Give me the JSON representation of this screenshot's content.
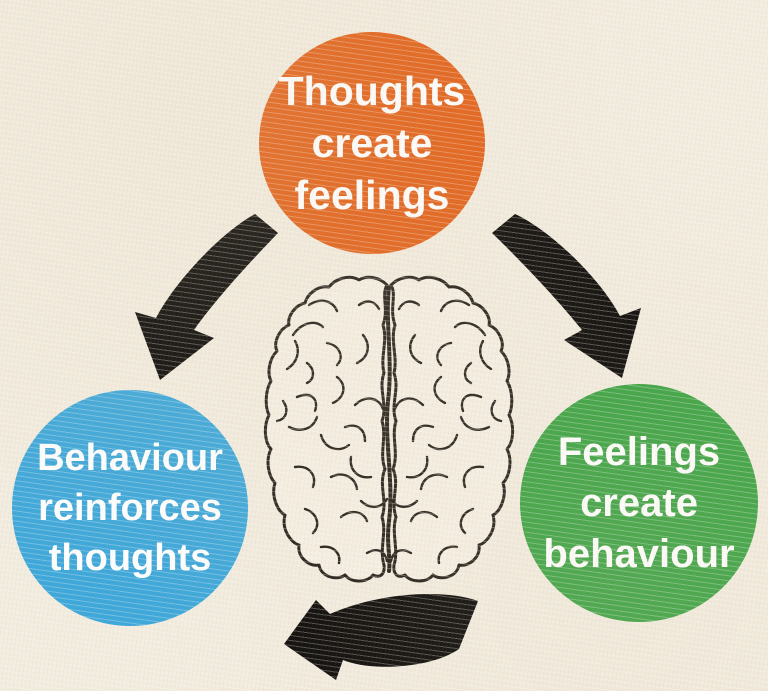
{
  "colors": {
    "background": "#f2ecdf",
    "arrow": "#0d0b09",
    "brain_ink": "#26211b",
    "brain_paper": "#f5efe3",
    "text": "#ffffff"
  },
  "circles": [
    {
      "id": "thoughts",
      "position": "top",
      "color": "#e2621a",
      "lines": [
        "Thoughts",
        "create",
        "feelings"
      ]
    },
    {
      "id": "behaviour",
      "position": "bottom-left",
      "color": "#3fa8da",
      "lines": [
        "Behaviour",
        "reinforces",
        "thoughts"
      ]
    },
    {
      "id": "feelings",
      "position": "bottom-right",
      "color": "#3da344",
      "lines": [
        "Feelings",
        "create",
        "behaviour"
      ]
    }
  ],
  "arrows": [
    {
      "id": "top-to-bottom-left",
      "direction": "from top circle down to bottom-left circle"
    },
    {
      "id": "top-to-bottom-right",
      "direction": "from top circle down to bottom-right circle"
    },
    {
      "id": "bottom-right-to-bottom-left",
      "direction": "from bottom-right circle across to bottom-left circle"
    }
  ],
  "illustration": {
    "id": "brain-top-view",
    "style": "hand-drawn black line art, two hemispheres seen from above"
  }
}
